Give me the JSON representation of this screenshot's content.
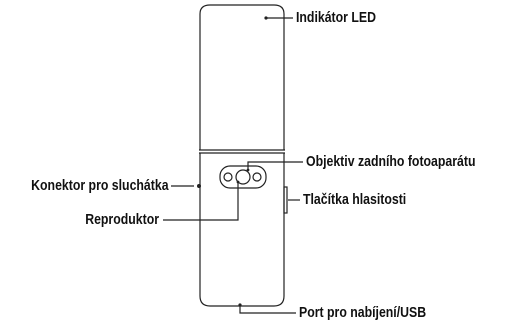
{
  "labels": {
    "led_indicator": "Indikátor LED",
    "rear_camera_lens": "Objektiv zadního fotoaparátu",
    "headset_jack": "Konektor pro sluchátka",
    "volume_keys": "Tlačítka hlasitosti",
    "speaker": "Reproduktor",
    "charger_usb_port": "Port pro nabíjení/USB"
  },
  "colors": {
    "outline": "#222222",
    "text": "#111111",
    "background": "#ffffff"
  }
}
